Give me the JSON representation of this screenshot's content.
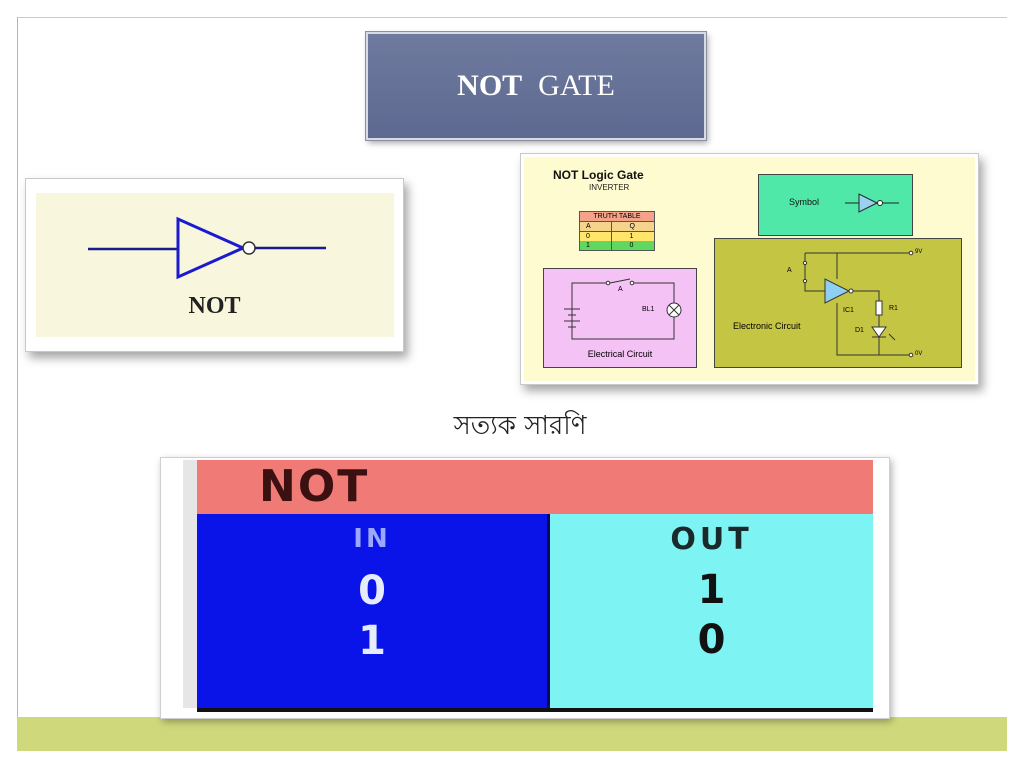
{
  "slide": {
    "title_bold": "NOT",
    "title_rest": "GATE"
  },
  "symbol_card": {
    "label": "NOT"
  },
  "diagram": {
    "title": "NOT Logic Gate",
    "subtitle": "INVERTER",
    "truth_table_title": "TRUTH TABLE",
    "col_a": "A",
    "col_q": "Q",
    "rows": [
      [
        "0",
        "1"
      ],
      [
        "1",
        "0"
      ]
    ],
    "symbol_label": "Symbol",
    "electrical_caption": "Electrical Circuit",
    "electronic_caption": "Electronic Circuit",
    "switch_label": "A",
    "lamp_label": "BL1",
    "ic_label": "IC1",
    "resistor_label": "R1",
    "diode_label": "D1",
    "v9_label": "9V",
    "v0_label": "0V",
    "input_label": "A"
  },
  "caption": "সত্যক সারণি",
  "truth_table": {
    "title": "NOT",
    "in_header": "IN",
    "out_header": "OUT",
    "in_values": [
      "0",
      "1"
    ],
    "out_values": [
      "1",
      "0"
    ]
  },
  "colors": {
    "title_bg": "#5d6990",
    "footer": "#cfd97c",
    "gate_blue": "#1a1ad0",
    "tt_header": "#f07a76",
    "tt_in": "#0a14e8",
    "tt_out": "#7ef3f3"
  }
}
